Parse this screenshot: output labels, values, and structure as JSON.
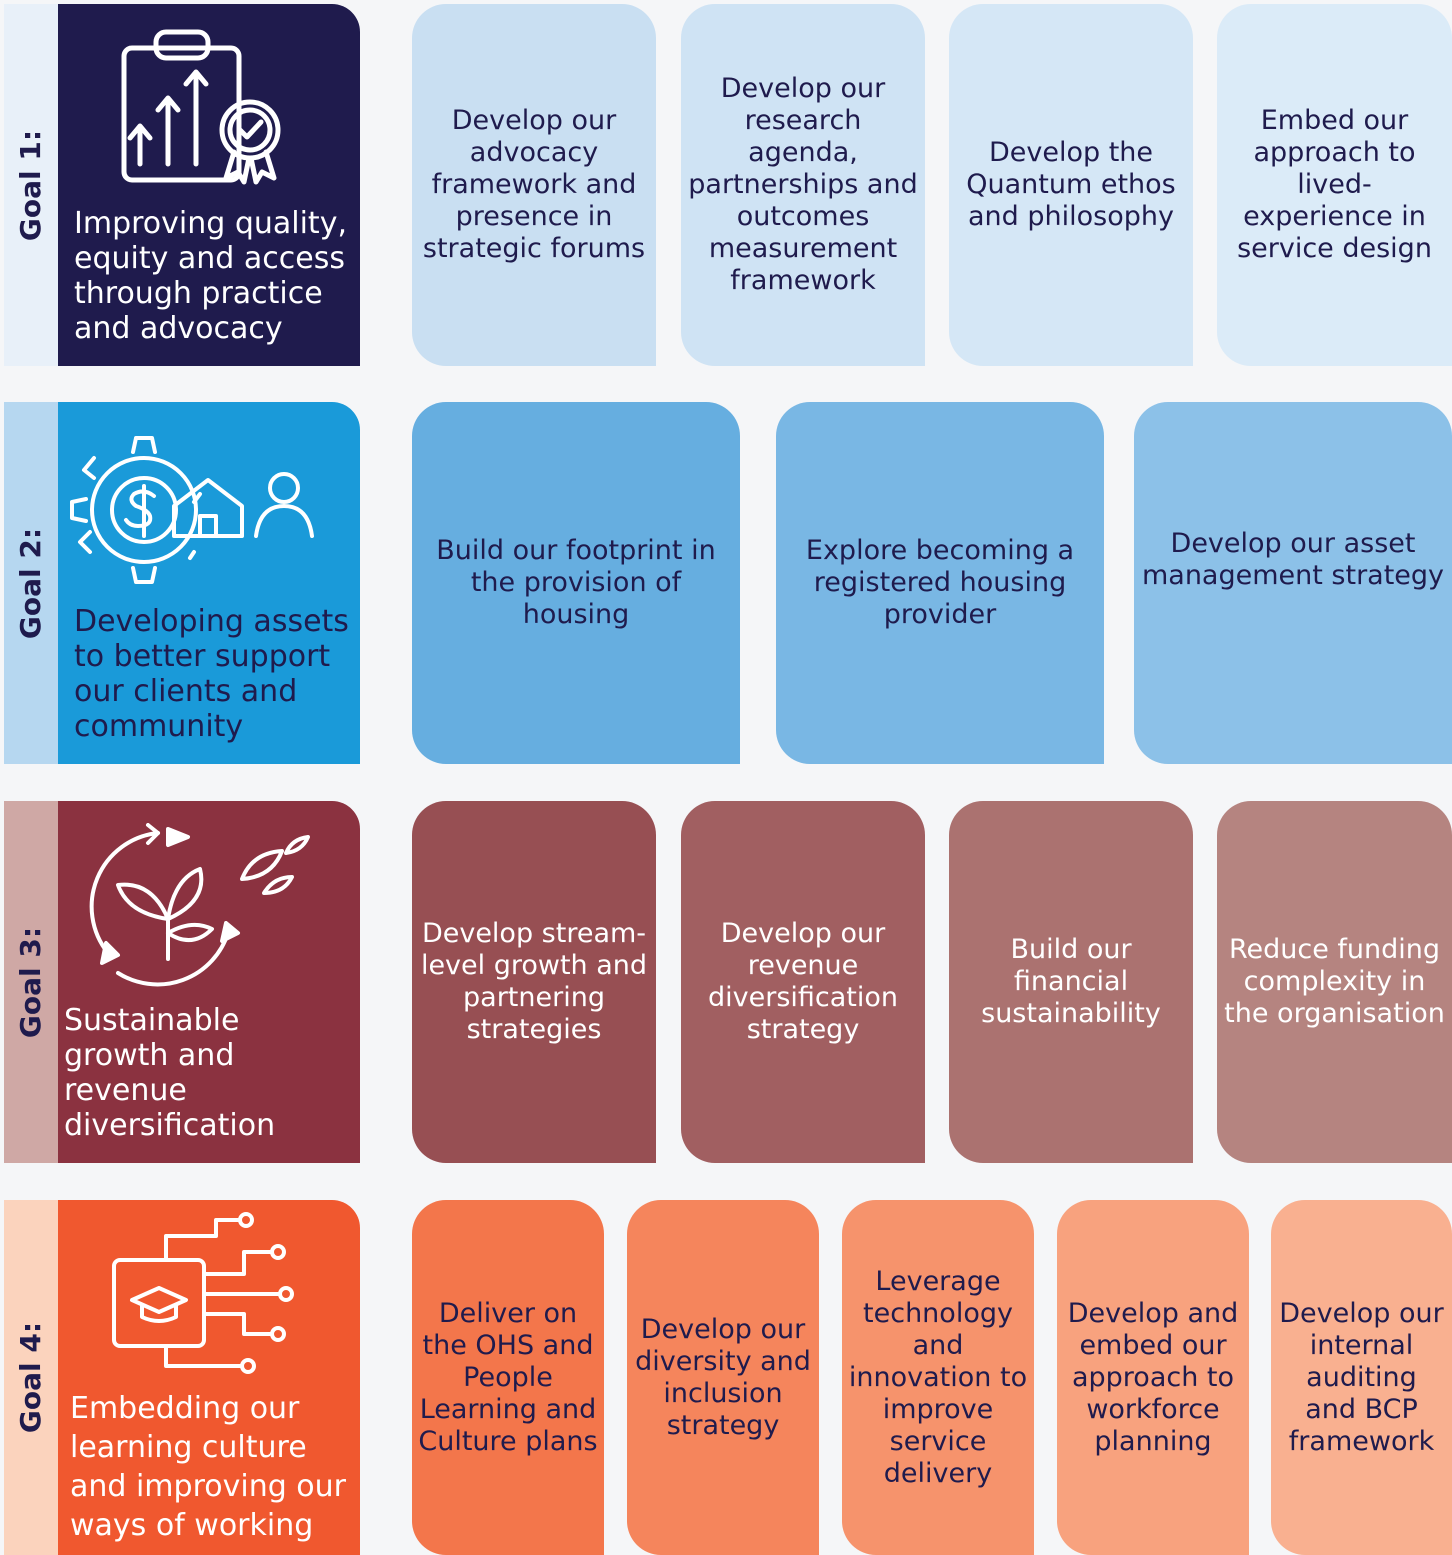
{
  "goals": [
    {
      "label": "Goal 1:",
      "title": "Improving quality, equity and access through practice and advocacy",
      "icon": "clipboard-chart-badge-icon",
      "colors": {
        "strip": "#e8f0f9",
        "main": "#1f1b4d",
        "label": "#1f1b4d",
        "title": "#ffffff"
      },
      "actions": [
        {
          "text": "Develop our advocacy framework and presence in strategic forums",
          "color": "#c9dff2"
        },
        {
          "text": "Develop our research agenda, partnerships and outcomes measurement framework",
          "color": "#cfe3f4"
        },
        {
          "text": "Develop the Quantum ethos and philosophy",
          "color": "#d5e7f6"
        },
        {
          "text": "Embed our approach to lived-experience in service design",
          "color": "#dbebf8"
        }
      ],
      "text_color": "#1f1b4d"
    },
    {
      "label": "Goal 2:",
      "title": "Developing assets to better support our clients and community",
      "icon": "gear-dollar-house-person-icon",
      "colors": {
        "strip": "#b6d7f0",
        "main": "#1a9ad9",
        "label": "#1f1b4d",
        "title": "#1f1b4d"
      },
      "actions": [
        {
          "text": "Build our footprint in the provision of housing",
          "color": "#66aee0"
        },
        {
          "text": "Explore becoming a registered housing provider",
          "color": "#79b7e4"
        },
        {
          "text": "Develop our asset management strategy",
          "color": "#8cc1e8"
        }
      ],
      "text_color": "#1f1b4d"
    },
    {
      "label": "Goal 3:",
      "title": "Sustainable growth and revenue diversification",
      "icon": "cycle-leaves-icon",
      "colors": {
        "strip": "#cfa8a5",
        "main": "#8b3240",
        "label": "#1f1b4d",
        "title": "#ffffff"
      },
      "actions": [
        {
          "text": "Develop stream-level growth and partnering strategies",
          "color": "#974f53"
        },
        {
          "text": "Develop our revenue diversification strategy",
          "color": "#a15f61"
        },
        {
          "text": "Build our financial sustainability",
          "color": "#ab7270"
        },
        {
          "text": "Reduce funding complexity in the organisation",
          "color": "#b58480"
        }
      ],
      "text_color": "#ffffff"
    },
    {
      "label": "Goal 4:",
      "title": "Embedding our learning culture and improving our ways of working",
      "icon": "graduation-cap-circuit-icon",
      "colors": {
        "strip": "#fbd3bd",
        "main": "#f0582f",
        "label": "#1f1b4d",
        "title": "#ffffff"
      },
      "actions": [
        {
          "text": "Deliver on the OHS and People Learning and Culture plans",
          "color": "#f3764b"
        },
        {
          "text": "Develop our diversity and inclusion strategy",
          "color": "#f5855c"
        },
        {
          "text": "Leverage technology and innovation to improve service delivery",
          "color": "#f6936c"
        },
        {
          "text": "Develop and embed our approach to workforce planning",
          "color": "#f8a27e"
        },
        {
          "text": "Develop our internal auditing and BCP framework",
          "color": "#f9b090"
        }
      ],
      "text_color": "#1f1b4d"
    }
  ]
}
